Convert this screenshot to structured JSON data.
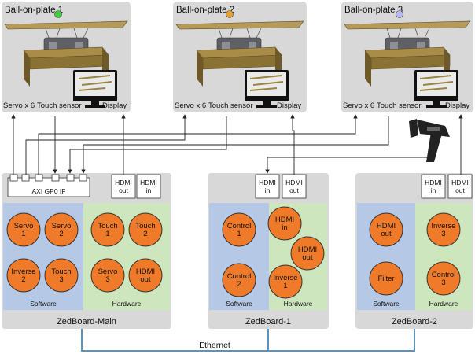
{
  "platforms": [
    {
      "title": "Ball-on-plate 1",
      "ball_color": "#3ecf3e",
      "labels": {
        "servo": "Servo x 6",
        "touch": "Touch sensor",
        "display": "Display"
      }
    },
    {
      "title": "Ball-on-plate 2",
      "ball_color": "#e6a02e",
      "labels": {
        "servo": "Servo x 6",
        "touch": "Touch sensor",
        "display": "Display"
      }
    },
    {
      "title": "Ball-on-plate 3",
      "ball_color": "#b7b7f2",
      "labels": {
        "servo": "Servo x 6",
        "touch": "Touch sensor",
        "display": "Display"
      }
    }
  ],
  "boards": {
    "main": {
      "name": "ZedBoard-Main",
      "axi_label": "AXI GP0 IF",
      "ports": [
        "HDMI out",
        "HDMI in"
      ],
      "software": {
        "label": "Software",
        "nodes": [
          "Servo 1",
          "Servo 2",
          "Inverse 2",
          "Touch 3"
        ]
      },
      "hardware": {
        "label": "Hardware",
        "nodes": [
          "Touch 1",
          "Touch 2",
          "Servo 3",
          "HDMI out"
        ]
      }
    },
    "b1": {
      "name": "ZedBoard-1",
      "ports": [
        "HDMI in",
        "HDMI out"
      ],
      "software": {
        "label": "Software",
        "nodes": [
          "Control 1",
          "Control 2"
        ]
      },
      "hardware": {
        "label": "Hardware",
        "nodes": [
          "HDMI in",
          "HDMI out",
          "Inverse 1"
        ]
      }
    },
    "b2": {
      "name": "ZedBoard-2",
      "ports": [
        "HDMI in",
        "HDMI out"
      ],
      "software": {
        "label": "Software",
        "nodes": [
          "HDMI out",
          "Filter"
        ]
      },
      "hardware": {
        "label": "Hardware",
        "nodes": [
          "Inverse 3",
          "Control 3"
        ]
      }
    }
  },
  "network": {
    "label": "Ethernet"
  },
  "colors": {
    "panel_bg": "#d8d8d8",
    "software_bg": "#b5c8e6",
    "hardware_bg": "#cde6bd",
    "node_fill": "#ef7a2a",
    "ethernet": "#5b93bf"
  }
}
